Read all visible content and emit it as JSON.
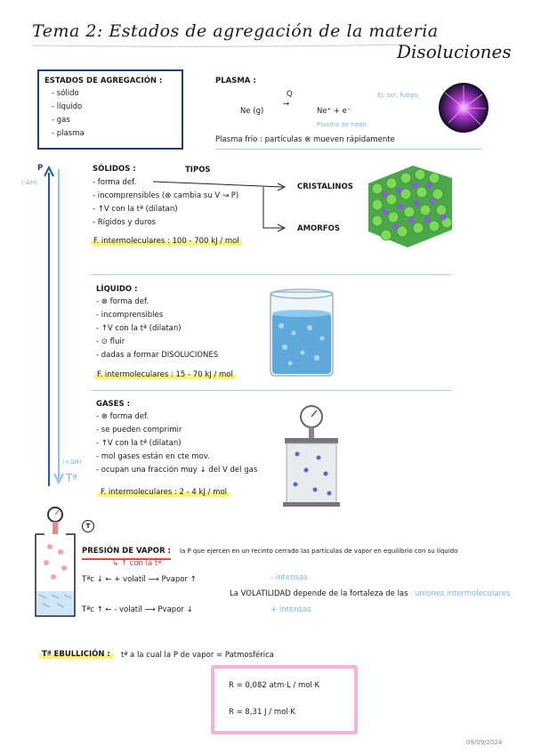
{
  "title": "Tema 2: Estados de agregación de la materia",
  "subtitle": "Disoluciones",
  "estados": {
    "heading": "ESTADOS DE AGREGACIÓN :",
    "items": [
      "- sólido",
      "- líquido",
      "- gas",
      "- plasma"
    ]
  },
  "plasma": {
    "heading": "PLASMA :",
    "q_symbol": "Q",
    "reaction_left": "Ne (g)",
    "reaction_right": "Ne⁺ + e⁻",
    "arrow": "→",
    "neon_label": "Plasma de neón",
    "examples": "Ej: sol, fuego",
    "cold": "Plasma frío : partículas ⊗ mueven rápidamente"
  },
  "axis": {
    "p_label": "P",
    "dh_top": "(-ΔH)",
    "dh_bottom": "(+ΔH)",
    "t_label": "Tª"
  },
  "solidos": {
    "heading": "SÓLIDOS :",
    "tipos": "TIPOS",
    "items": [
      "- forma def.",
      "- incomprensibles (⊗ cambia su V ↝ P)",
      "- ↑V con la tª (dilatan)",
      "- Rígidos y duros"
    ],
    "fuerzas": "F. intermoleculares : 100 - 700 kJ / mol",
    "cristalinos": "CRISTALINOS",
    "amorfos": "AMORFOS"
  },
  "liquido": {
    "heading": "LÍQUIDO :",
    "items": [
      "- ⊗ forma def.",
      "- incomprensibles",
      "- ↑V con la tª (dilatan)",
      "- ⊙ fluir",
      "- dadas a formar DISOLUCIONES"
    ],
    "fuerzas": "F. intermoleculares : 15 - 70 kJ / mol"
  },
  "gases": {
    "heading": "GASES :",
    "items": [
      "- ⊗ forma def.",
      "- se pueden comprimir",
      "- ↑V con la tª (dilatan)",
      "- mol gases están en cte mov.",
      "- ocupan una fracción muy ↓ del V del gas"
    ],
    "fuerzas": "F. intermoleculares : 2 - 4 kJ / mol"
  },
  "presion": {
    "t_circle": "T",
    "heading": "PRESIÓN DE VAPOR :",
    "definition": "la P que ejercen en un recinto cerrado las partículas de vapor en equilibrio con su líquido",
    "sub": "↳ ↑ con la tª",
    "row1": "Tªc ↓ ← + volatil ⟶ Pvapor ↑",
    "row2": "Tªc ↑ ← - volatil ⟶ Pvapor ↓",
    "volatilidad": "La VOLATILIDAD depende de la fortaleza de las",
    "uniones": "uniones intermoleculares",
    "mas_int": "- intensas",
    "menos_int": "+ intensas"
  },
  "ebullicion": {
    "heading": "Tª EBULLICIÓN :",
    "text": "tª a la cual la P de vapor = Patmosférica"
  },
  "constants": {
    "r1": "R = 0,082 atm·L / mol·K",
    "r2": "R = 8,31 J / mol·K"
  },
  "date": "09/09/2024"
}
